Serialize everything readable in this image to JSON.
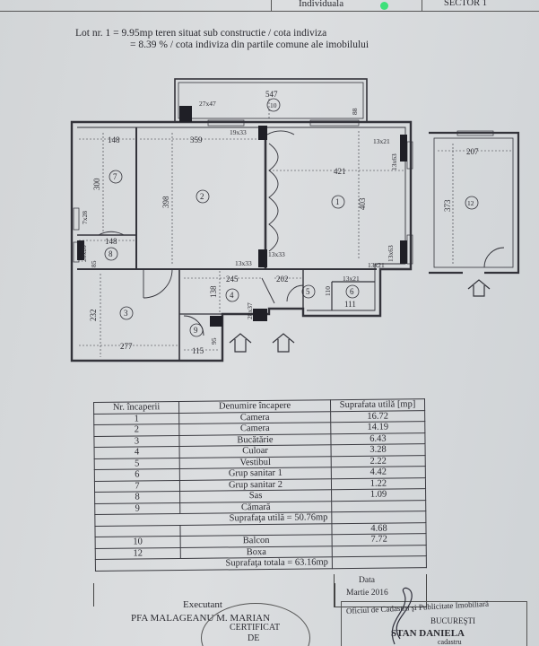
{
  "header": {
    "left_fragment": "Individuala",
    "right_label": "SECTOR 1"
  },
  "lot": {
    "line1": "Lot nr. 1 = 9.95mp teren situat sub constructie / cota indiviza",
    "line2": "= 8.39 % / cota indiviza din partile comune ale imobilului"
  },
  "plan": {
    "dims": {
      "d547": "547",
      "d27x47": "27x47",
      "d88": "88",
      "d148a": "148",
      "d359": "359",
      "d19x33": "19x33",
      "d13x21a": "13x21",
      "d13x63a": "13x63",
      "d421": "421",
      "d300": "300",
      "d398": "398",
      "d403": "403",
      "d7x28": "7x28",
      "d148b": "148",
      "d20x20": "20x20",
      "d85": "85",
      "d13x33a": "13x33",
      "d13x33b": "13x33",
      "d13x63b": "13x63",
      "d13x21b": "13x21",
      "d245": "245",
      "d202": "202",
      "d13x21c": "13x21",
      "d110": "110",
      "d111": "111",
      "d232": "232",
      "d138": "138",
      "d28x37": "28x37",
      "d277": "277",
      "d115": "115",
      "d95": "95",
      "d207": "207",
      "d373": "373"
    },
    "rooms": {
      "r1": "1",
      "r2": "2",
      "r3": "3",
      "r4": "4",
      "r5": "5",
      "r6": "6",
      "r7": "7",
      "r8": "8",
      "r9": "9",
      "r10": "10",
      "r12": "12"
    }
  },
  "table": {
    "headers": [
      "Nr. încaperii",
      "Denumire încapere",
      "Suprafata utilă [mp]"
    ],
    "rows": [
      [
        "1",
        "Camera",
        "16.72"
      ],
      [
        "2",
        "Camera",
        "14.19"
      ],
      [
        "3",
        "Bucătărie",
        "6.43"
      ],
      [
        "4",
        "Culoar",
        "3.28"
      ],
      [
        "5",
        "Vestibul",
        "2.22"
      ],
      [
        "6",
        "Grup sanitar 1",
        "4.42"
      ],
      [
        "7",
        "Grup sanitar 2",
        "1.22"
      ],
      [
        "8",
        "Sas",
        "1.09"
      ],
      [
        "9",
        "Cămară",
        ""
      ]
    ],
    "subtotal_util": "Suprafaţa utilă = 50.76mp",
    "rows2": [
      [
        "",
        "",
        "4.68"
      ],
      [
        "10",
        "Balcon",
        "7.72"
      ],
      [
        "12",
        "Boxa",
        ""
      ]
    ],
    "total": "Suprafaţa totala = 63.16mp"
  },
  "footer": {
    "data_label": "Data",
    "data_value": "Martie 2016",
    "executant_label": "Executant",
    "executant_name": "PFA MALAGEANU M. MARIAN",
    "certificat": "CERTIFICAT",
    "de": "DE",
    "oficiu": "Oficiul de Cadastru şi Publicitate Imobiliară",
    "bucuresti": "BUCUREŞTI",
    "stan": "STAN DANIELA",
    "cadastru": "cadastru"
  }
}
